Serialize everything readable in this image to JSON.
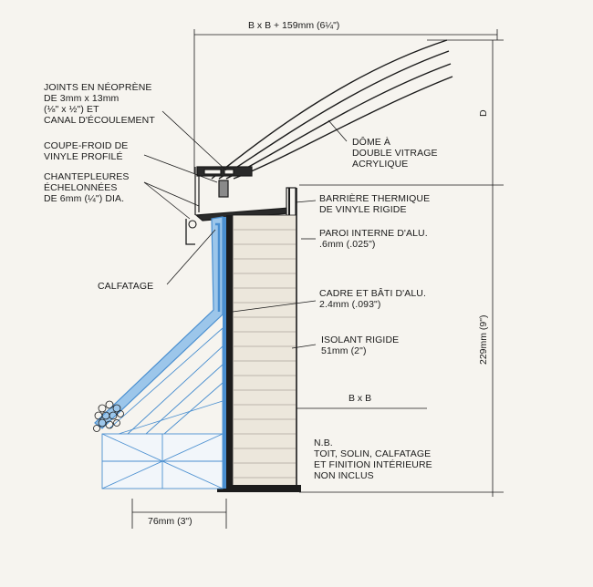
{
  "dimensions": {
    "top_width": "B x B + 159mm (6¼\")",
    "dome_height": "D",
    "curb_height": "229mm (9\")",
    "opening": "B x B",
    "flange": "76mm (3\")"
  },
  "labels": {
    "gasket": [
      "JOINTS EN NÉOPRÈNE",
      "DE 3mm x 13mm",
      "(⅛\" x ½\") ET",
      "CANAL D'ÉCOULEMENT"
    ],
    "weatherstrip": [
      "COUPE-FROID DE",
      "VINYLE PROFILÉ"
    ],
    "weep_holes": [
      "CHANTEPLEURES",
      "ÉCHELONNÉES",
      "DE 6mm (¼\") DIA."
    ],
    "caulking": [
      "CALFATAGE"
    ],
    "dome": [
      "DÔME À",
      "DOUBLE VITRAGE",
      "ACRYLIQUE"
    ],
    "thermal_break": [
      "BARRIÈRE THERMIQUE",
      "DE VINYLE RIGIDE"
    ],
    "inner_wall": [
      "PAROI INTERNE D'ALU.",
      ".6mm (.025\")"
    ],
    "frame": [
      "CADRE ET BÂTI D'ALU.",
      "2.4mm (.093\")"
    ],
    "insulation": [
      "ISOLANT RIGIDE",
      "51mm (2\")"
    ],
    "note": [
      "N.B.",
      "TOIT, SOLIN, CALFATAGE",
      "ET FINITION INTÉRIEURE",
      "NON INCLUS"
    ]
  },
  "colors": {
    "line": "#1a1a1a",
    "flashing": "#4a8fd0",
    "flashing_light": "#9cc6ea",
    "background": "#f6f4ef"
  }
}
